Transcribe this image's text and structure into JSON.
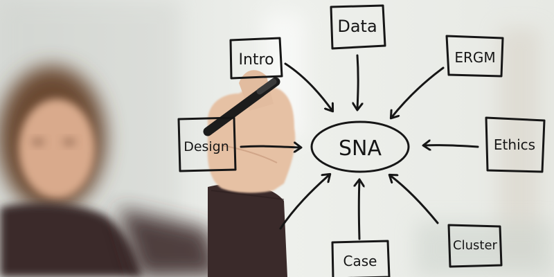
{
  "diagram": {
    "center": "SNA",
    "nodes": {
      "data": "Data",
      "intro": "Intro",
      "ergm": "ERGM",
      "design": "Design",
      "ethics": "Ethics",
      "case": "Case",
      "cluster": "Cluster"
    }
  },
  "colors": {
    "ink": "#161616",
    "background": "#e9ece9",
    "hair": "#6b4a33",
    "sleeve": "#3a2a2a",
    "skin": "#e6c1a4"
  }
}
